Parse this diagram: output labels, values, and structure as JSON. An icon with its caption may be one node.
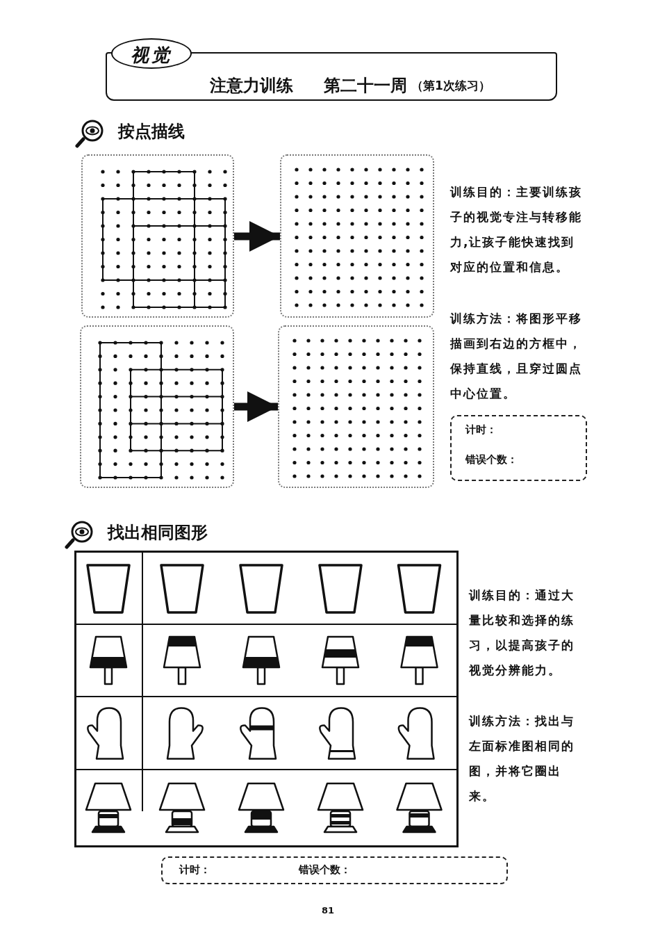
{
  "diagram": {
    "nodes": [
      {
        "text": [
          "视觉",
          "注意力训练",
          "第二十一周",
          "（第1次练习）"
        ]
      },
      {
        "text": [],
        "shape": "picture"
      },
      {
        "text": [],
        "shape": "picture"
      },
      {
        "text": [],
        "shape": "picture"
      },
      {
        "text": [],
        "shape": "picture"
      },
      {
        "text": [
          "计时：",
          "错误个数："
        ]
      },
      {
        "text": [
          "计时：",
          "错误个数："
        ]
      }
    ],
    "edges": [
      {
        "from": 1,
        "to": 2,
        "arrow": "to"
      },
      {
        "from": 3,
        "to": 4,
        "arrow": "to"
      }
    ],
    "labels": [
      "按点描线",
      "训练目的：主要训练孩子的视觉专注与转移能力,让孩子能快速找到对应的位置和信息。",
      "训练方法：将图形平移描画到右边的方框中，保持直线，且穿过圆点中心位置。",
      "找出相同图形",
      "训练目的：通过大量比较和选择的练习，以提高孩子的视觉分辨能力。",
      "训练方法：找出与左面标准图相同的图，并将它圈出来。",
      "81"
    ]
  }
}
